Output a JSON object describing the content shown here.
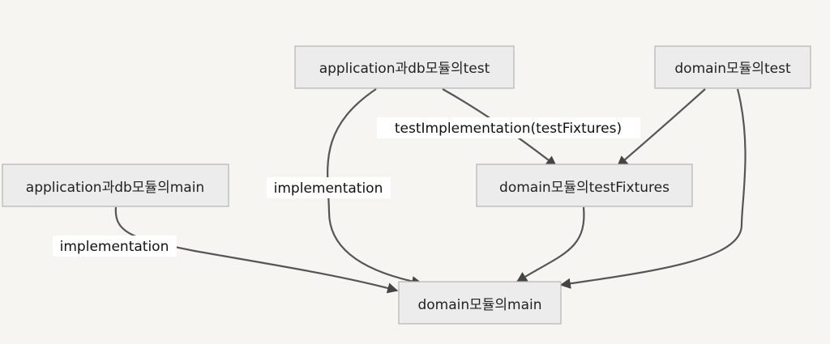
{
  "nodes": {
    "app_db_test": "application과db모듈의test",
    "domain_test": "domain모듈의test",
    "app_db_main": "application과db모듈의main",
    "domain_test_fixtures": "domain모듈의testFixtures",
    "domain_main": "domain모듈의main"
  },
  "edges": {
    "test_impl_label": "testImplementation(testFixtures)",
    "impl_label_1": "implementation",
    "impl_label_2": "implementation"
  },
  "colors": {
    "background": "#f6f5f1",
    "node_fill": "#ececec",
    "node_stroke": "#b5b5b5",
    "edge": "#555555"
  }
}
